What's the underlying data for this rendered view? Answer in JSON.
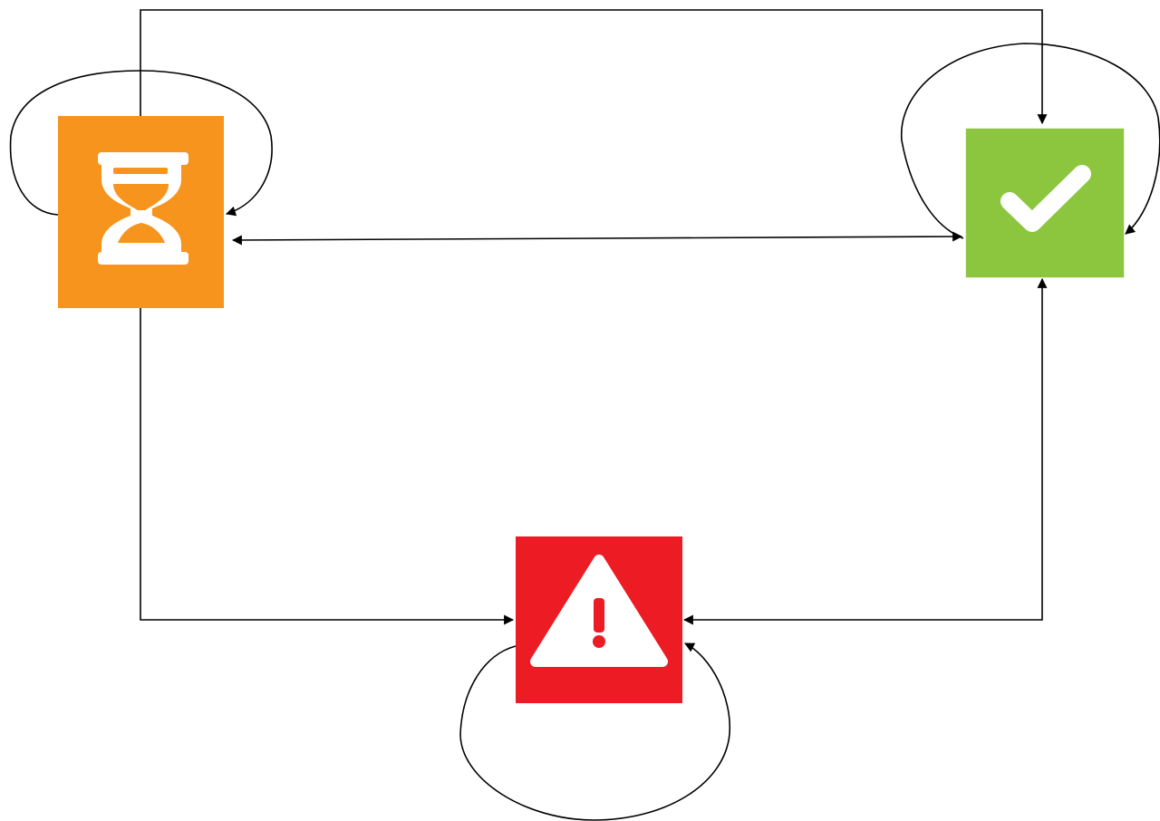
{
  "nodes": [
    {
      "id": "pending",
      "state": "pending",
      "icon": "hourglass-icon",
      "color": "#f7941d"
    },
    {
      "id": "success",
      "state": "success",
      "icon": "checkmark-icon",
      "color": "#8cc63f"
    },
    {
      "id": "error",
      "state": "error",
      "icon": "warning-icon",
      "color": "#ed1c24"
    }
  ],
  "edges": [
    {
      "from": "pending",
      "to": "pending",
      "kind": "self-loop"
    },
    {
      "from": "success",
      "to": "success",
      "kind": "self-loop"
    },
    {
      "from": "error",
      "to": "error",
      "kind": "self-loop"
    },
    {
      "from": "pending",
      "to": "success",
      "kind": "orthogonal"
    },
    {
      "from": "pending",
      "to": "success",
      "kind": "bidirectional"
    },
    {
      "from": "success",
      "to": "pending",
      "kind": "bidirectional"
    },
    {
      "from": "pending",
      "to": "error",
      "kind": "orthogonal"
    },
    {
      "from": "success",
      "to": "error",
      "kind": "bidirectional"
    },
    {
      "from": "error",
      "to": "success",
      "kind": "bidirectional"
    }
  ],
  "colors": {
    "edge": "#000000",
    "background": "#ffffff",
    "icon_foreground": "#ffffff"
  }
}
